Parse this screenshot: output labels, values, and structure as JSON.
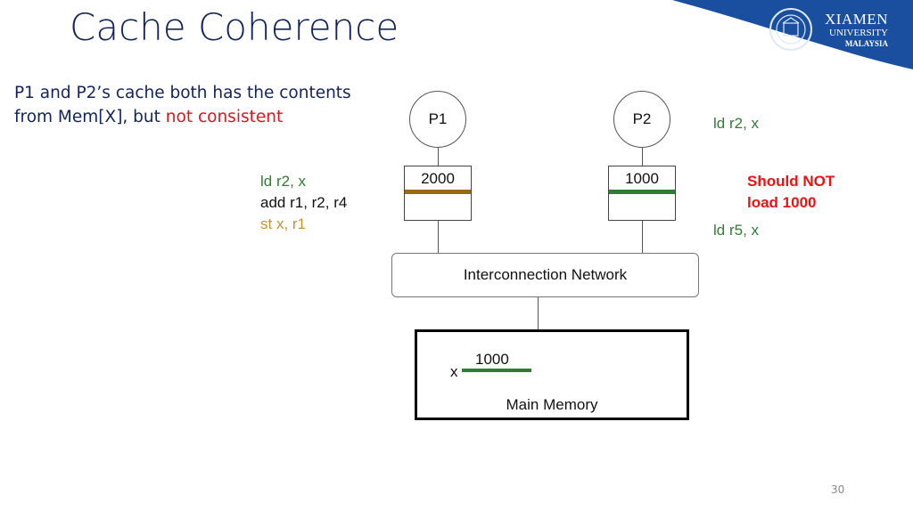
{
  "slide": {
    "title": "Cache Coherence",
    "subtitle_line1": "P1 and P2’s cache both has the contents",
    "subtitle_line2_prefix": "from Mem[X], but ",
    "subtitle_line2_highlight": "not consistent",
    "page_number": "30"
  },
  "logo": {
    "line1": "XIAMEN",
    "line2": "UNIVERSITY",
    "line3": "MALAYSIA",
    "icon": "university-seal-icon",
    "brand_color": "#1a4fa0"
  },
  "diagram": {
    "p1": {
      "label": "P1",
      "cache_value": "2000",
      "bar_color": "#9a6a12",
      "code": [
        "ld r2, x",
        "add r1, r2, r4",
        "st x, r1"
      ]
    },
    "p2": {
      "label": "P2",
      "cache_value": "1000",
      "bar_color": "#2e7d32",
      "code_top": "ld r2, x",
      "warning_line1": "Should NOT",
      "warning_line2": "load 1000",
      "code_bottom": "ld r5, x"
    },
    "network_label": "Interconnection Network",
    "memory": {
      "var_label": "x",
      "value": "1000",
      "bar_color": "#2e7d32",
      "label": "Main Memory"
    }
  }
}
